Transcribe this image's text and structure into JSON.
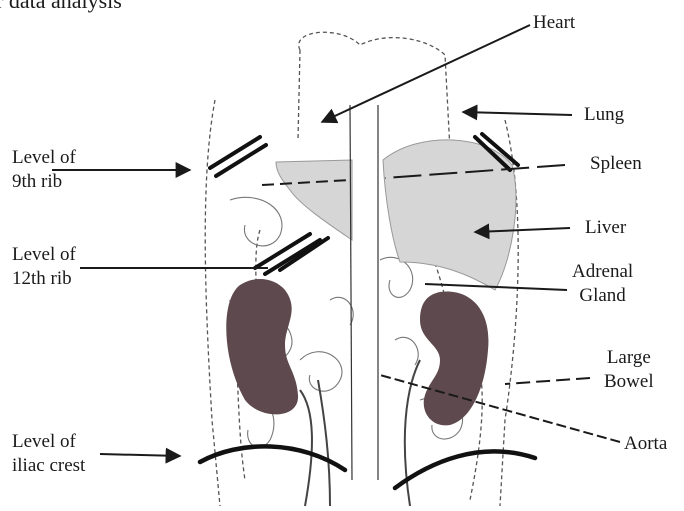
{
  "header_fragment": "r data analysis",
  "labels": {
    "heart": "Heart",
    "lung": "Lung",
    "spleen": "Spleen",
    "liver": "Liver",
    "adrenal": [
      "Adrenal",
      "Gland"
    ],
    "large_bowel": [
      "Large",
      "Bowel"
    ],
    "aorta": "Aorta",
    "rib9": [
      "Level of",
      "9th rib"
    ],
    "rib12": [
      "Level of",
      "12th rib"
    ],
    "iliac": [
      "Level of",
      "iliac crest"
    ]
  },
  "colors": {
    "organ_fill": "#d6d6d6",
    "kidney_fill": "#5e4a4e",
    "ink": "#1a1a1a"
  }
}
